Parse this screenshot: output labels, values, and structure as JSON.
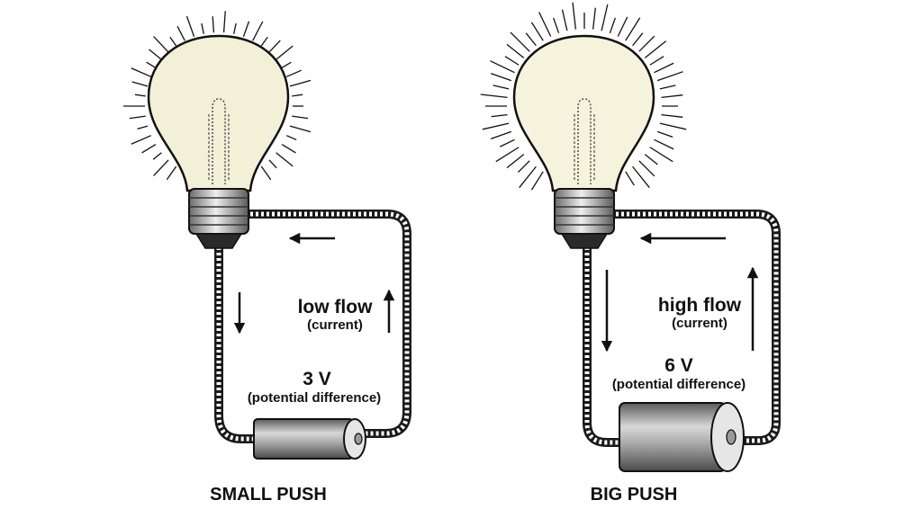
{
  "left_circuit": {
    "flow_label": "low flow",
    "current_label": "(current)",
    "voltage_label": "3 V",
    "pd_label": "(potential difference)",
    "caption": "SMALL PUSH"
  },
  "right_circuit": {
    "flow_label": "high flow",
    "current_label": "(current)",
    "voltage_label": "6 V",
    "pd_label": "(potential difference)",
    "caption": "BIG PUSH"
  },
  "colors": {
    "bulb_glass_left": "#f3f0d8",
    "bulb_glass_right": "#f6f3dc",
    "wire": "#1a1a1a",
    "battery": "#8a8a8a",
    "outline": "#111111"
  }
}
